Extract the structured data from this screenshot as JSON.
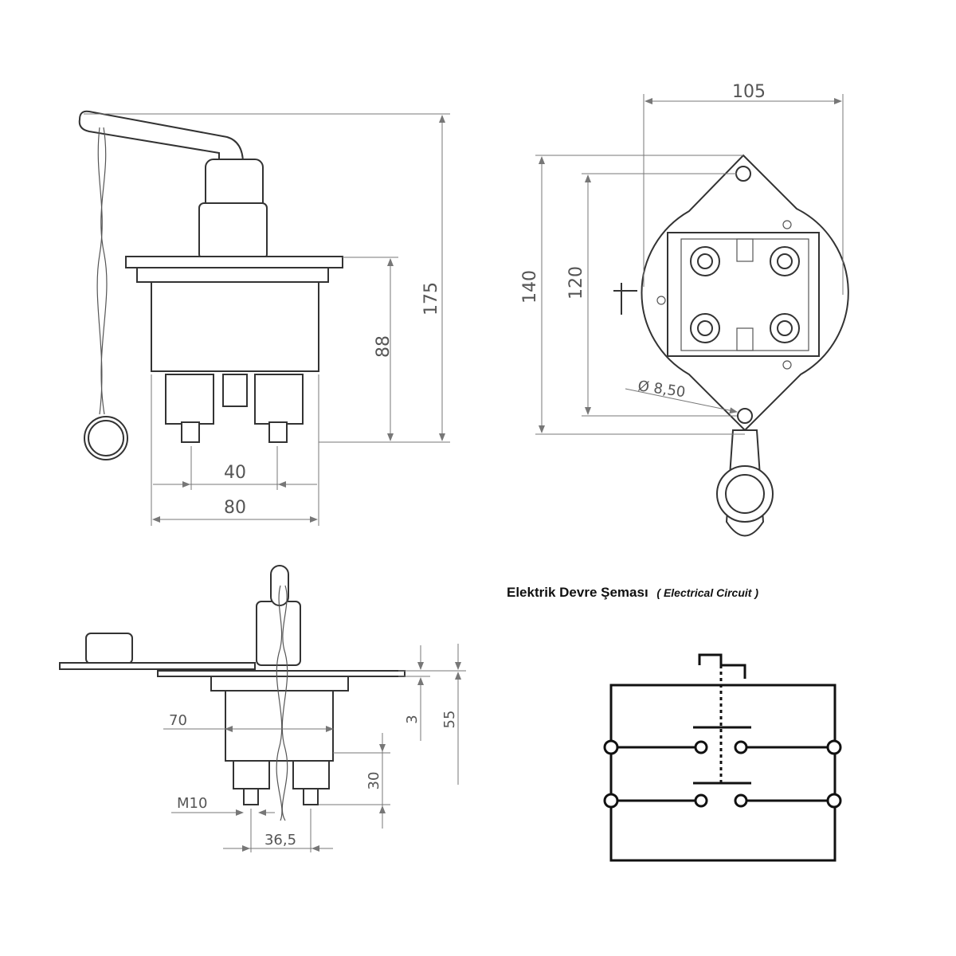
{
  "side_view": {
    "dim_total_height": "175",
    "dim_body_height": "88",
    "dim_terminal_spacing": "40",
    "dim_body_width": "80"
  },
  "top_view": {
    "dim_width": "105",
    "dim_height_outer": "140",
    "dim_height_inner": "120",
    "dim_hole": "Ø 8,50"
  },
  "front_view": {
    "dim_inner_width": "70",
    "dim_plate": "3",
    "dim_height": "55",
    "dim_terminal": "30",
    "dim_thread": "M10",
    "dim_spacing": "36,5"
  },
  "circuit": {
    "title": "Elektrik Devre Şeması",
    "subtitle": "( Electrical Circuit )"
  }
}
